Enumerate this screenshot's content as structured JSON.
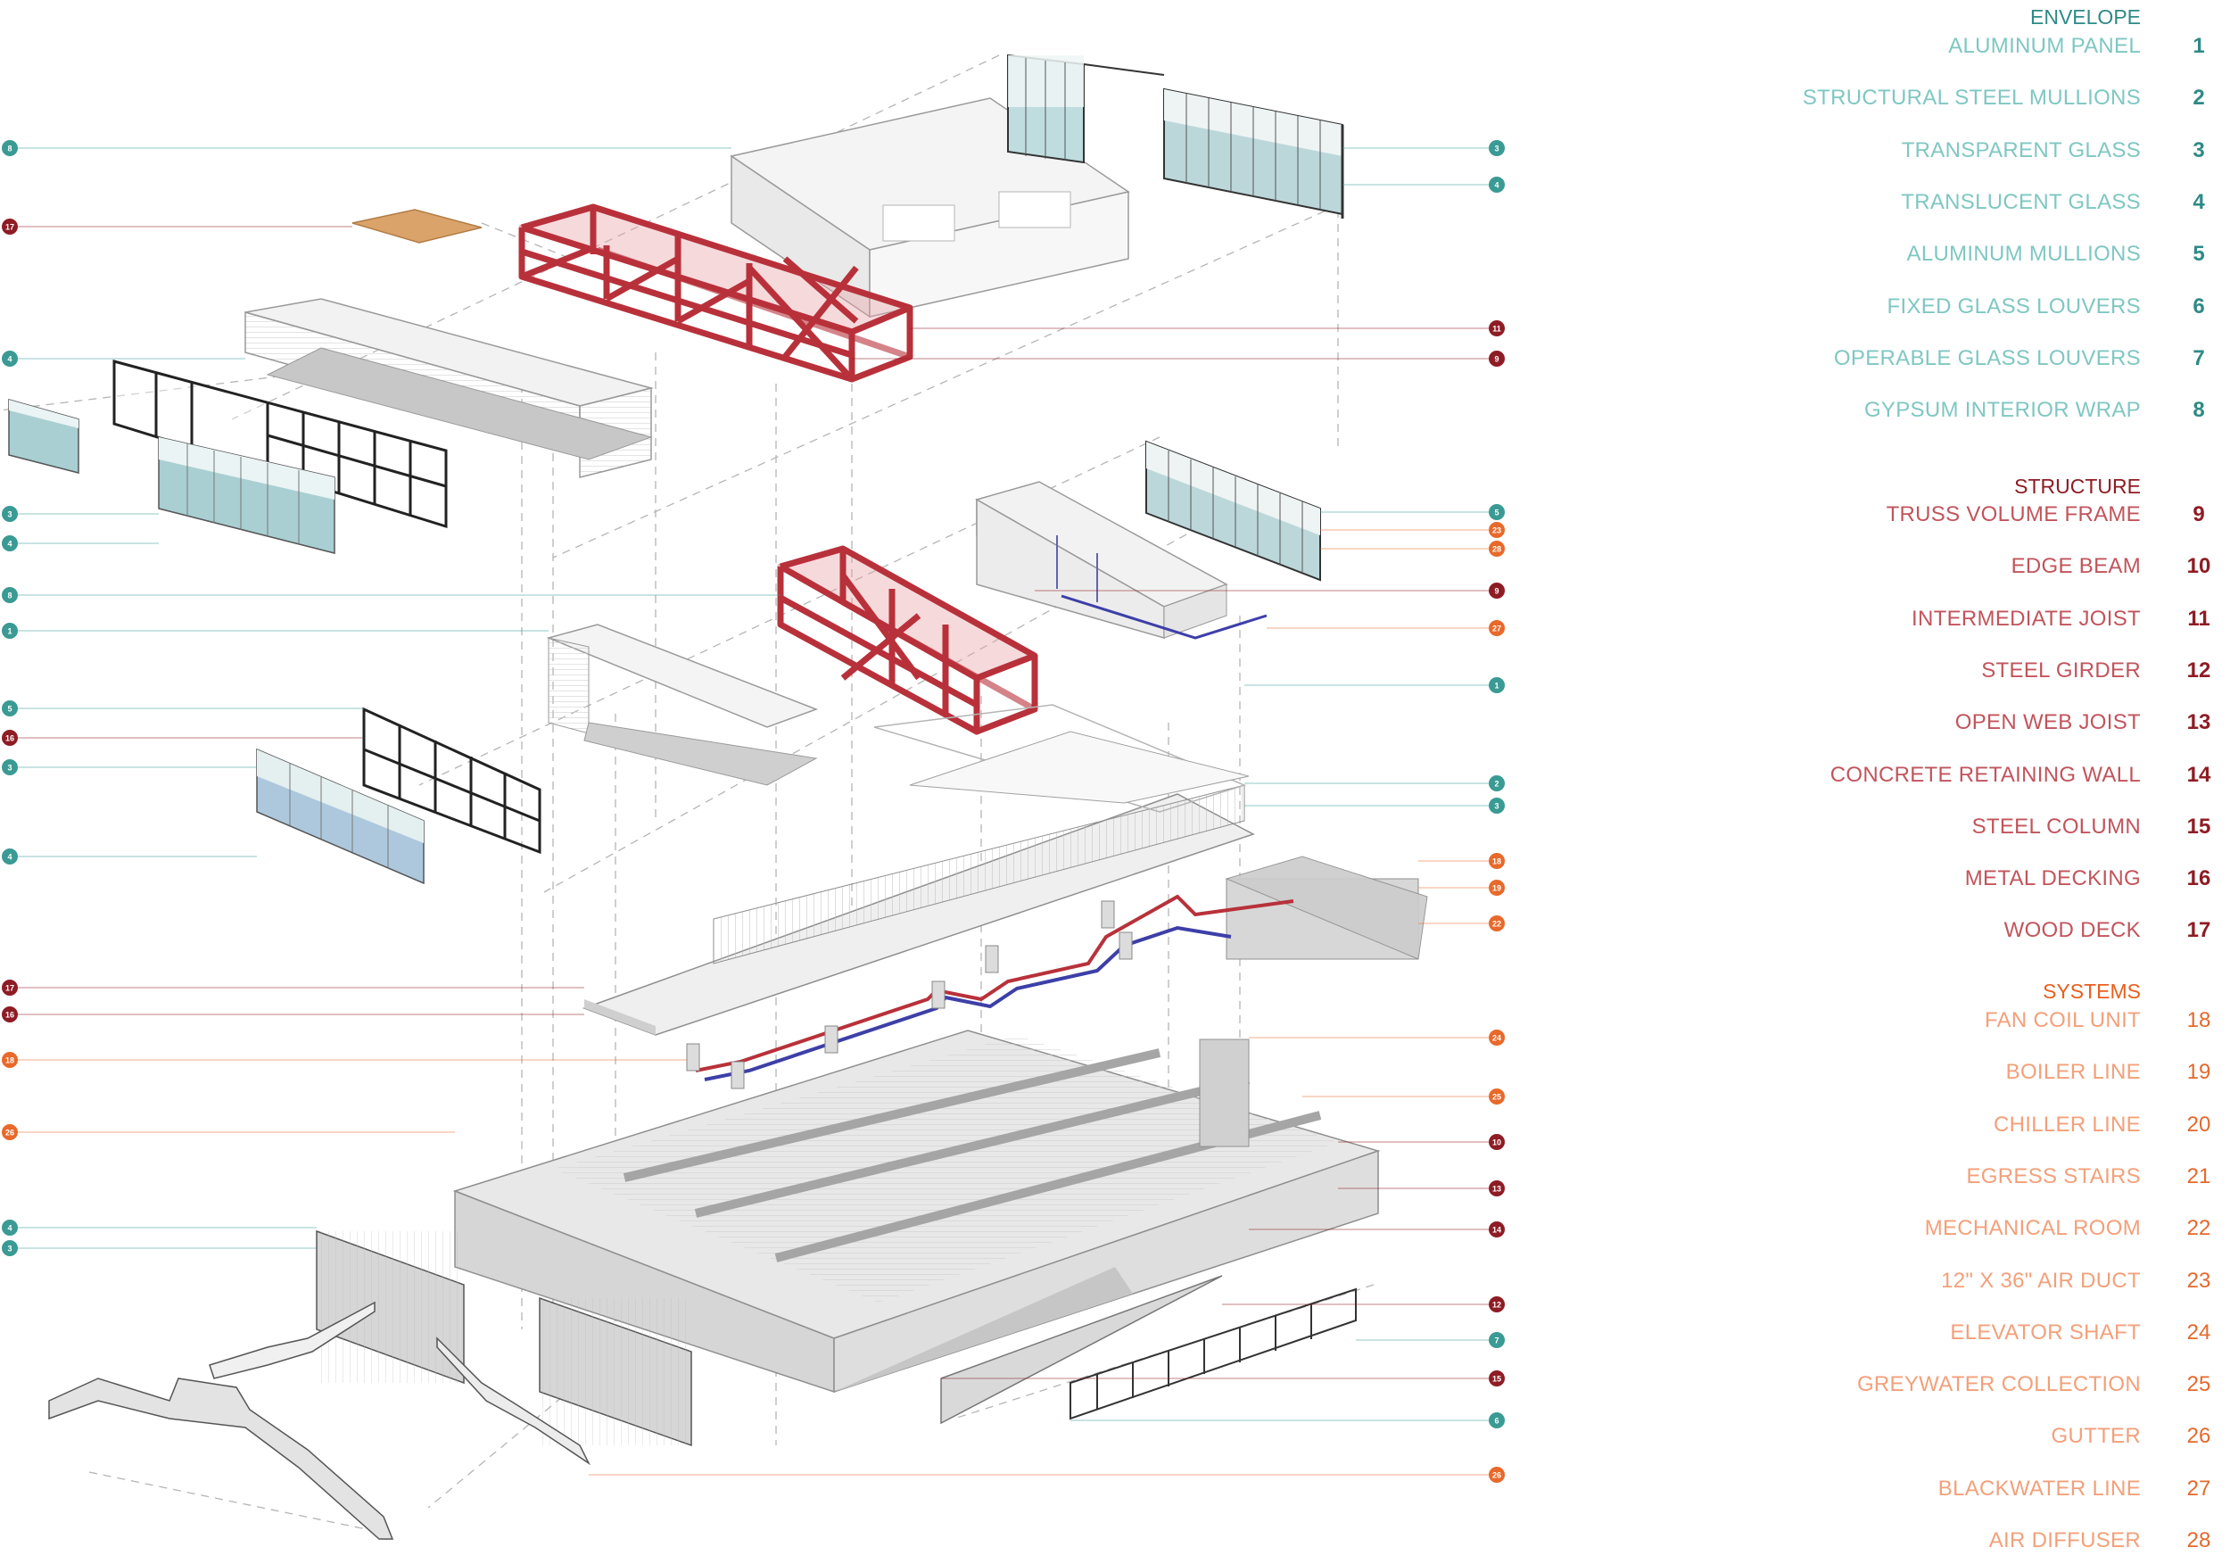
{
  "colors": {
    "envelope": "#3a9a94",
    "structure": "#8e1c24",
    "systems": "#e8692a",
    "truss": "#cc3d45",
    "wood": "#d9a36a",
    "duct": "#3d3fa8",
    "glass": "#a9cfd3"
  },
  "legend": {
    "envelope": {
      "title": "ENVELOPE",
      "items": [
        {
          "num": "1",
          "label": "ALUMINUM PANEL"
        },
        {
          "num": "2",
          "label": "STRUCTURAL STEEL MULLIONS"
        },
        {
          "num": "3",
          "label": "TRANSPARENT GLASS"
        },
        {
          "num": "4",
          "label": "TRANSLUCENT GLASS"
        },
        {
          "num": "5",
          "label": "ALUMINUM MULLIONS"
        },
        {
          "num": "6",
          "label": "FIXED GLASS LOUVERS"
        },
        {
          "num": "7",
          "label": "OPERABLE GLASS LOUVERS"
        },
        {
          "num": "8",
          "label": "GYPSUM INTERIOR WRAP"
        }
      ]
    },
    "structure": {
      "title": "STRUCTURE",
      "items": [
        {
          "num": "9",
          "label": "TRUSS VOLUME FRAME"
        },
        {
          "num": "10",
          "label": "EDGE BEAM"
        },
        {
          "num": "11",
          "label": "INTERMEDIATE JOIST"
        },
        {
          "num": "12",
          "label": "STEEL GIRDER"
        },
        {
          "num": "13",
          "label": "OPEN WEB JOIST"
        },
        {
          "num": "14",
          "label": "CONCRETE RETAINING WALL"
        },
        {
          "num": "15",
          "label": "STEEL COLUMN"
        },
        {
          "num": "16",
          "label": "METAL DECKING"
        },
        {
          "num": "17",
          "label": "WOOD DECK"
        }
      ]
    },
    "systems": {
      "title": "SYSTEMS",
      "items": [
        {
          "num": "18",
          "label": "FAN COIL UNIT"
        },
        {
          "num": "19",
          "label": "BOILER LINE"
        },
        {
          "num": "20",
          "label": "CHILLER LINE"
        },
        {
          "num": "21",
          "label": "EGRESS STAIRS"
        },
        {
          "num": "22",
          "label": "MECHANICAL ROOM"
        },
        {
          "num": "23",
          "label": "12\" X 36\" AIR DUCT"
        },
        {
          "num": "24",
          "label": "ELEVATOR SHAFT"
        },
        {
          "num": "25",
          "label": "GREYWATER COLLECTION"
        },
        {
          "num": "26",
          "label": "GUTTER"
        },
        {
          "num": "27",
          "label": "BLACKWATER LINE"
        },
        {
          "num": "28",
          "label": "AIR DIFFUSER"
        }
      ]
    }
  },
  "callouts": {
    "left": [
      {
        "num": "8",
        "cat": "envelope"
      },
      {
        "num": "17",
        "cat": "structure"
      },
      {
        "num": "4",
        "cat": "envelope"
      },
      {
        "num": "3",
        "cat": "envelope"
      },
      {
        "num": "4",
        "cat": "envelope"
      },
      {
        "num": "8",
        "cat": "envelope"
      },
      {
        "num": "1",
        "cat": "envelope"
      },
      {
        "num": "5",
        "cat": "envelope"
      },
      {
        "num": "16",
        "cat": "structure"
      },
      {
        "num": "3",
        "cat": "envelope"
      },
      {
        "num": "4",
        "cat": "envelope"
      },
      {
        "num": "17",
        "cat": "structure"
      },
      {
        "num": "16",
        "cat": "structure"
      },
      {
        "num": "18",
        "cat": "systems"
      },
      {
        "num": "26",
        "cat": "systems"
      },
      {
        "num": "4",
        "cat": "envelope"
      },
      {
        "num": "3",
        "cat": "envelope"
      }
    ],
    "right": [
      {
        "num": "3",
        "cat": "envelope"
      },
      {
        "num": "4",
        "cat": "envelope"
      },
      {
        "num": "11",
        "cat": "structure"
      },
      {
        "num": "9",
        "cat": "structure"
      },
      {
        "num": "5",
        "cat": "envelope"
      },
      {
        "num": "23",
        "cat": "systems"
      },
      {
        "num": "28",
        "cat": "systems"
      },
      {
        "num": "9",
        "cat": "structure"
      },
      {
        "num": "27",
        "cat": "systems"
      },
      {
        "num": "1",
        "cat": "envelope"
      },
      {
        "num": "2",
        "cat": "envelope"
      },
      {
        "num": "3",
        "cat": "envelope"
      },
      {
        "num": "18",
        "cat": "systems"
      },
      {
        "num": "19",
        "cat": "systems"
      },
      {
        "num": "22",
        "cat": "systems"
      },
      {
        "num": "24",
        "cat": "systems"
      },
      {
        "num": "25",
        "cat": "systems"
      },
      {
        "num": "10",
        "cat": "structure"
      },
      {
        "num": "13",
        "cat": "structure"
      },
      {
        "num": "14",
        "cat": "structure"
      },
      {
        "num": "12",
        "cat": "structure"
      },
      {
        "num": "7",
        "cat": "envelope"
      },
      {
        "num": "15",
        "cat": "structure"
      },
      {
        "num": "6",
        "cat": "envelope"
      },
      {
        "num": "26",
        "cat": "systems"
      }
    ]
  }
}
